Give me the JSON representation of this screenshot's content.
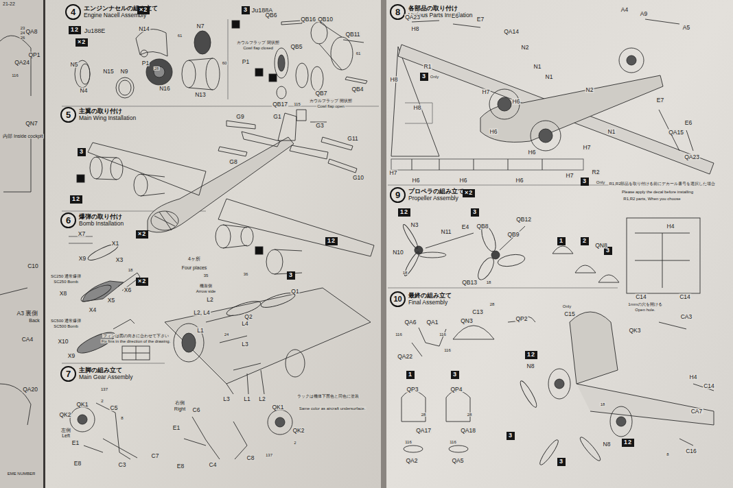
{
  "diagram": {
    "nodes": [
      {
        "text": [
          "4",
          "エンジンナセルの組み立て",
          "Engine Nacell Assembly"
        ]
      },
      {
        "text": [
          "5",
          "主翼の取り付け",
          "Main Wing Installation"
        ]
      },
      {
        "text": [
          "6",
          "爆弾の取り付け",
          "Bomb Installation"
        ]
      },
      {
        "text": [
          "7",
          "主脚の組み立て",
          "Main Gear Assembly"
        ]
      },
      {
        "text": [
          "8",
          "各部品の取り付け",
          "Various Parts Installation"
        ]
      },
      {
        "text": [
          "9",
          "プロペラの組み立て",
          "Propeller Assembly"
        ]
      },
      {
        "text": [
          "10",
          "最終の組み立て",
          "Final Assembly"
        ]
      },
      {
        "text": [
          "×2"
        ]
      },
      {
        "text": [
          "12"
        ]
      },
      {
        "text": [
          "×2"
        ]
      },
      {
        "text": [
          "3"
        ]
      },
      {
        "text": [
          "3"
        ]
      },
      {
        "text": [
          "12"
        ]
      },
      {
        "text": [
          "12"
        ]
      },
      {
        "text": [
          "3"
        ]
      },
      {
        "text": [
          "×2"
        ]
      },
      {
        "text": [
          "×2"
        ]
      },
      {
        "text": [
          "3"
        ]
      },
      {
        "text": [
          "3"
        ]
      },
      {
        "text": [
          "×2"
        ]
      },
      {
        "text": [
          "12"
        ]
      },
      {
        "text": [
          "3"
        ]
      },
      {
        "text": [
          "1"
        ]
      },
      {
        "text": [
          "2"
        ]
      },
      {
        "text": [
          "3"
        ]
      },
      {
        "text": [
          "12"
        ]
      },
      {
        "text": [
          "1"
        ]
      },
      {
        "text": [
          "3"
        ]
      },
      {
        "text": [
          "3"
        ]
      },
      {
        "text": [
          "12"
        ]
      },
      {
        "text": [
          "3"
        ]
      }
    ],
    "labels": [
      "21-22",
      "23",
      "24",
      "26",
      "QA8",
      "QP1",
      "QA24",
      "116",
      "QN7",
      "内部 Inside cockpit",
      "C10",
      "A3 裏側",
      "Back",
      "CA4",
      "QA20",
      "EME NUMBER",
      "Ju188E",
      "N14",
      "N7",
      "61",
      "P1",
      "N5",
      "N15",
      "N9",
      "28",
      "N16",
      "N4",
      "N13",
      "60",
      "Ju188A",
      "QB6",
      "QB16",
      "QB10",
      "QB11",
      "61",
      "カウルフラップ 閉状態",
      "Cowl flap closed",
      "P1",
      "QB5",
      "QB4",
      "QB7",
      "カウルフラップ 開状態",
      "Cowl flap open",
      "QB17",
      "115",
      "G1",
      "G9",
      "G3",
      "G8",
      "G11",
      "G10",
      "X7",
      "X1",
      "X3",
      "X9",
      "18",
      "SC250 通常爆弾",
      "SC250 Bomb",
      "X8",
      "X6",
      "X5",
      "X4",
      "SC500 通常爆弾",
      "SC500 Bomb",
      "X10",
      "X9",
      "フィンは図の向きに合わせて下さい",
      "Fix fins in the direction of the drawing.",
      "4ヶ所",
      "Four places",
      "35",
      "36",
      "機首側",
      "Arrow side",
      "L2",
      "Q2",
      "Q1",
      "L4",
      "L2, L4",
      "L1",
      "24",
      "L3",
      "L3",
      "L1",
      "L2",
      "ラックは機体下面色と同色に塗装",
      "Same color as aircraft undersurface.",
      "137",
      "2",
      "QK1",
      "C5",
      "QK2",
      "8",
      "左側",
      "Left",
      "E1",
      "E8",
      "C3",
      "C7",
      "右側",
      "Right",
      "C6",
      "E1",
      "E8",
      "C4",
      "C8",
      "QK1",
      "2",
      "QK2",
      "137",
      "QA23",
      "E6",
      "E7",
      "H8",
      "QA14",
      "A4",
      "A9",
      "A5",
      "N2",
      "R1",
      "N1",
      "H8",
      "Only",
      "N1",
      "H7",
      "N2",
      "H6",
      "H8",
      "E7",
      "E6",
      "QA15",
      "H6",
      "H6",
      "N1",
      "H7",
      "QA23",
      "H7",
      "H6",
      "H6",
      "H6",
      "H7",
      "R2",
      "Only",
      "R1,R2部品を取り付ける前にデカール番号を選択した場合",
      "Please apply the decal before installing",
      "R1,R2 parts, When you choose",
      "N3",
      "N11",
      "E4",
      "N10",
      "18",
      "QB12",
      "QB9",
      "QB8",
      "QB13",
      "18",
      "QN8",
      "H4",
      "C14",
      "C14",
      "1mmの穴を開ける",
      "Open hole.",
      "Only",
      "C15",
      "C13",
      "28",
      "QP2",
      "QA6",
      "QA1",
      "QN3",
      "116",
      "116",
      "CA3",
      "QK3",
      "116",
      "QA22",
      "N8",
      "H4",
      "C14",
      "QP3",
      "QP4",
      "CA7",
      "18",
      "28",
      "28",
      "QA17",
      "QA18",
      "116",
      "116",
      "N8",
      "C16",
      "8",
      "QA2",
      "QA5"
    ]
  }
}
